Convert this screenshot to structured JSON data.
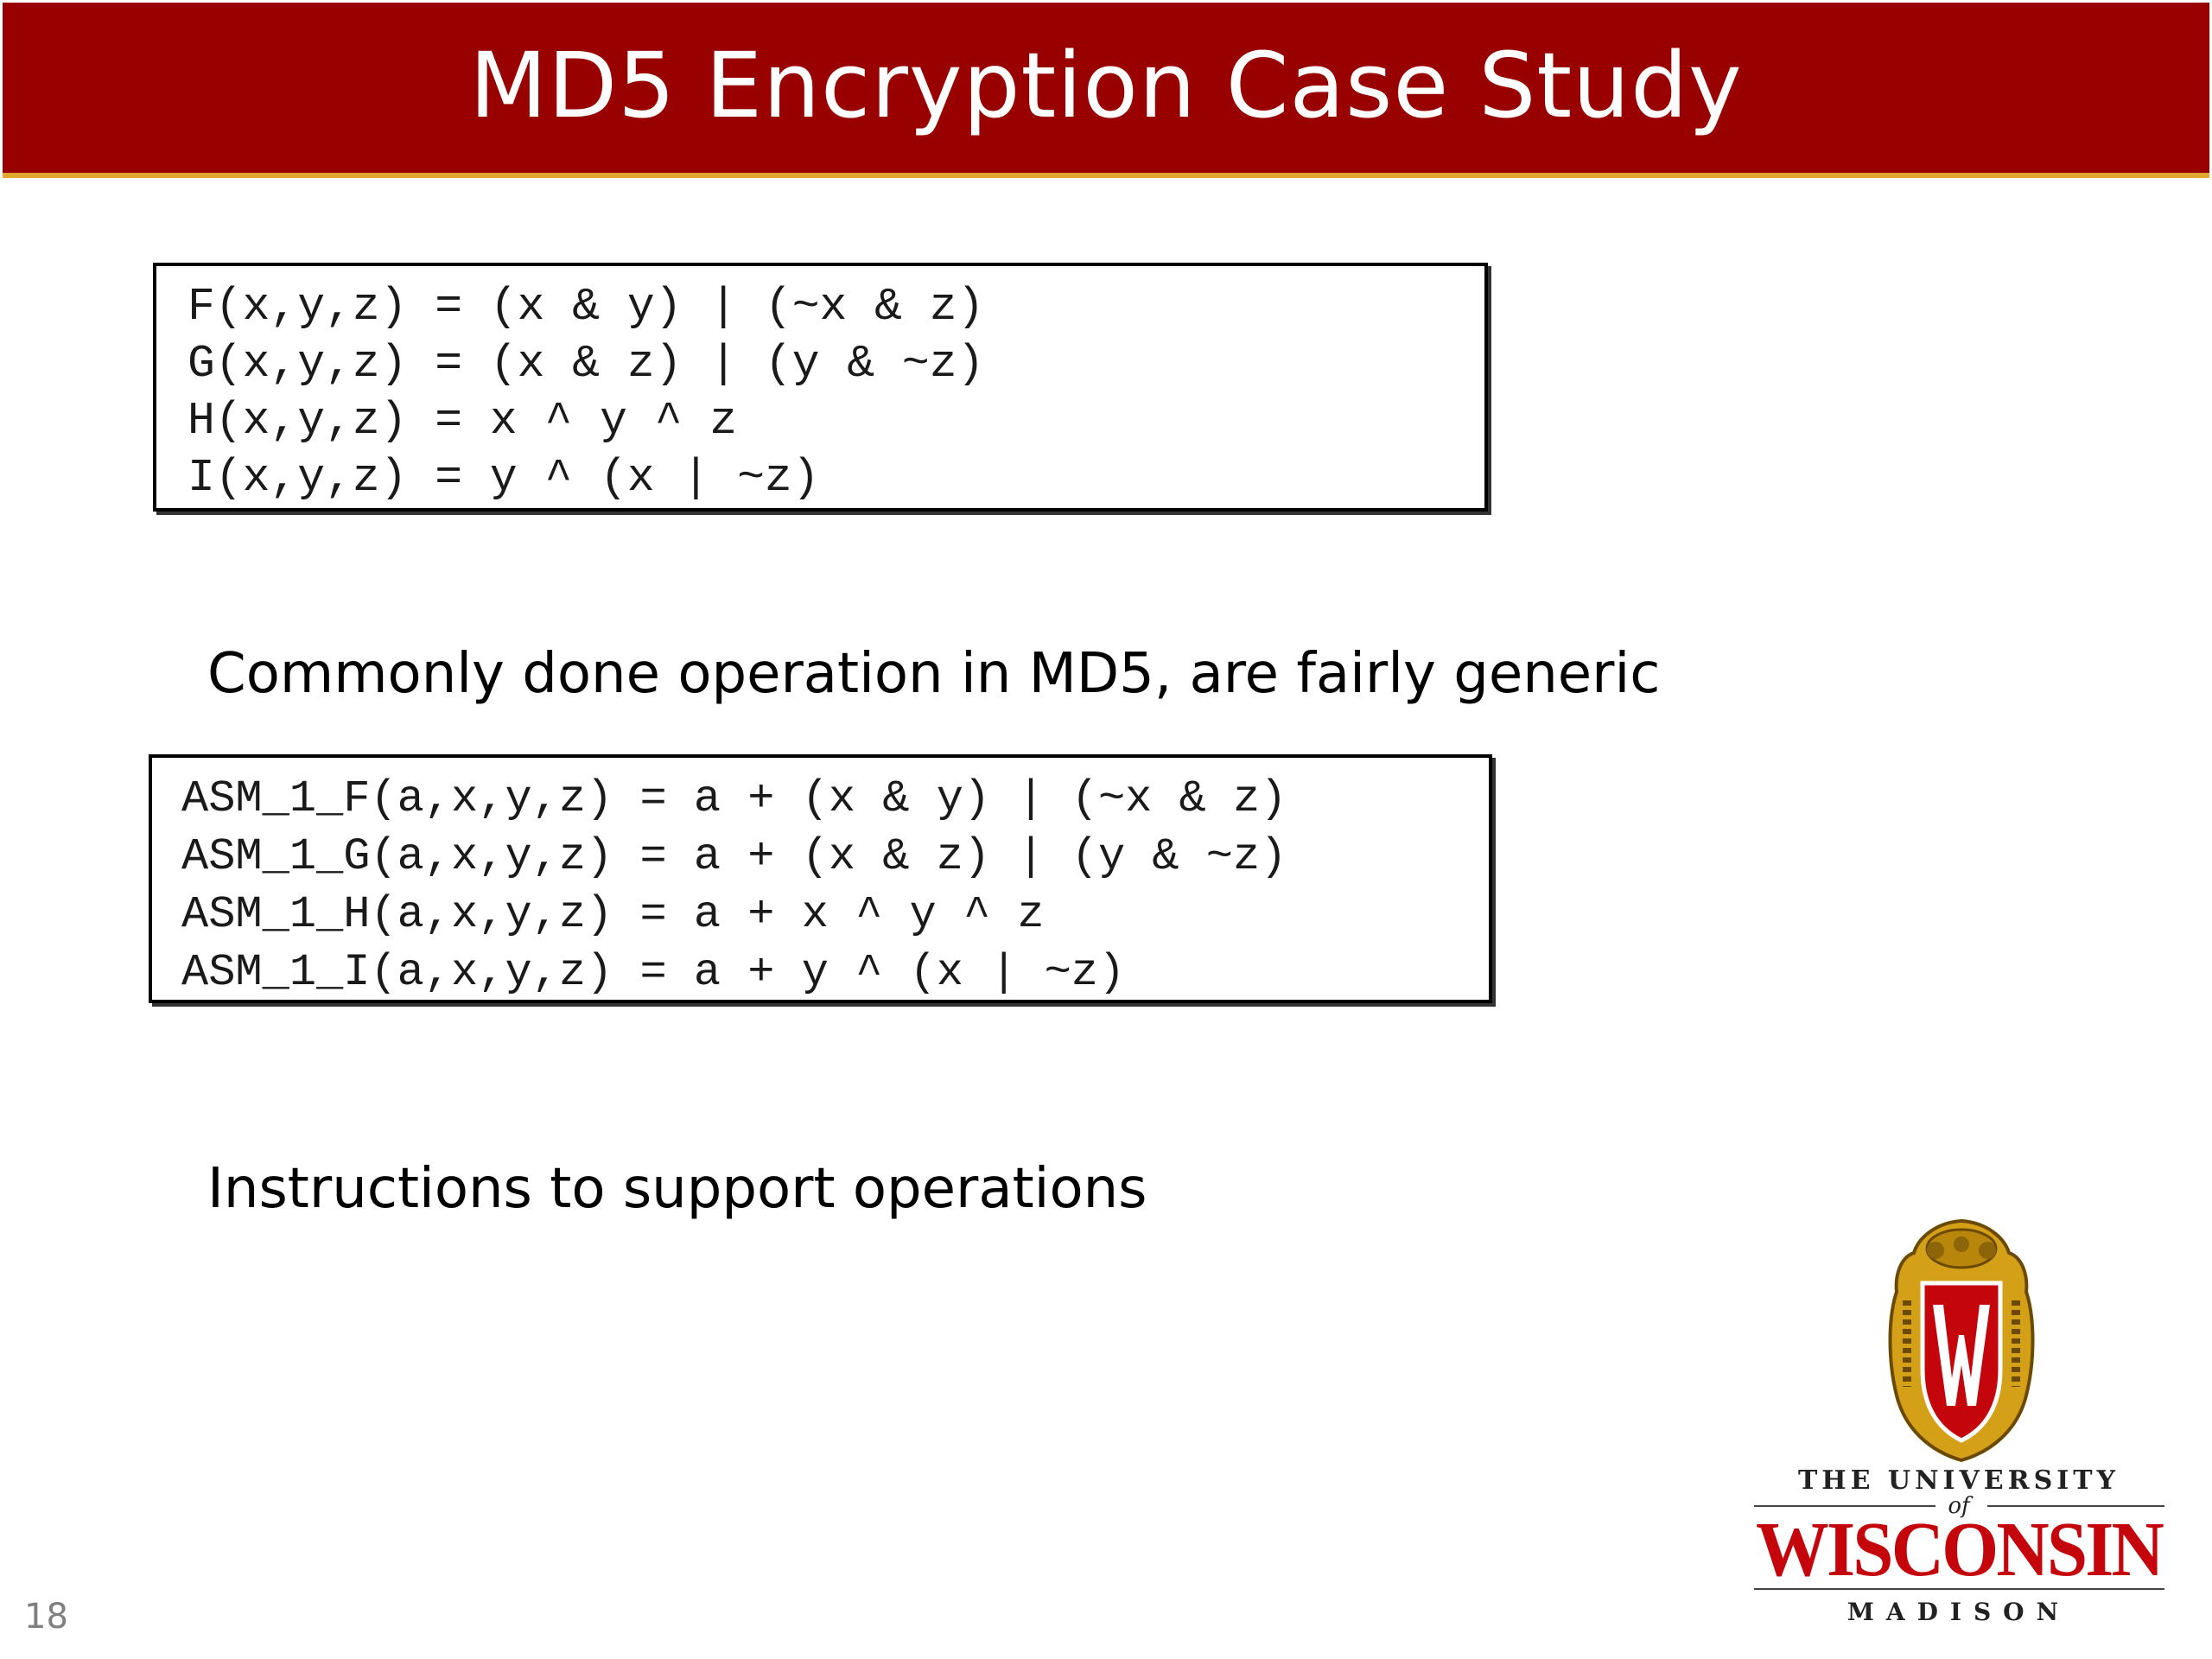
{
  "slide": {
    "title": "MD5 Encryption Case Study",
    "number": "18"
  },
  "colors": {
    "title_bar": "#990000",
    "title_underline": "#e0a82e",
    "logo_red": "#c5050c",
    "logo_gold": "#d4a017"
  },
  "code_block_1": {
    "lines": [
      "F(x,y,z) = (x & y) | (~x & z)",
      "G(x,y,z) = (x & z) | (y & ~z)",
      "H(x,y,z) = x ^ y ^ z",
      "I(x,y,z) = y ^ (x | ~z)"
    ]
  },
  "text_1": "Commonly done operation in MD5, are fairly generic",
  "code_block_2": {
    "lines": [
      "ASM_1_F(a,x,y,z) = a + (x & y) | (~x & z)",
      "ASM_1_G(a,x,y,z) = a + (x & z) | (y & ~z)",
      "ASM_1_H(a,x,y,z) = a + x ^ y ^ z",
      "ASM_1_I(a,x,y,z) = a + y ^ (x | ~z)"
    ]
  },
  "text_2": "Instructions to support operations",
  "logo": {
    "crest_letter": "W",
    "line1": "THE UNIVERSITY",
    "line2": "of",
    "line3": "WISCONSIN",
    "line4": "MADISON"
  }
}
